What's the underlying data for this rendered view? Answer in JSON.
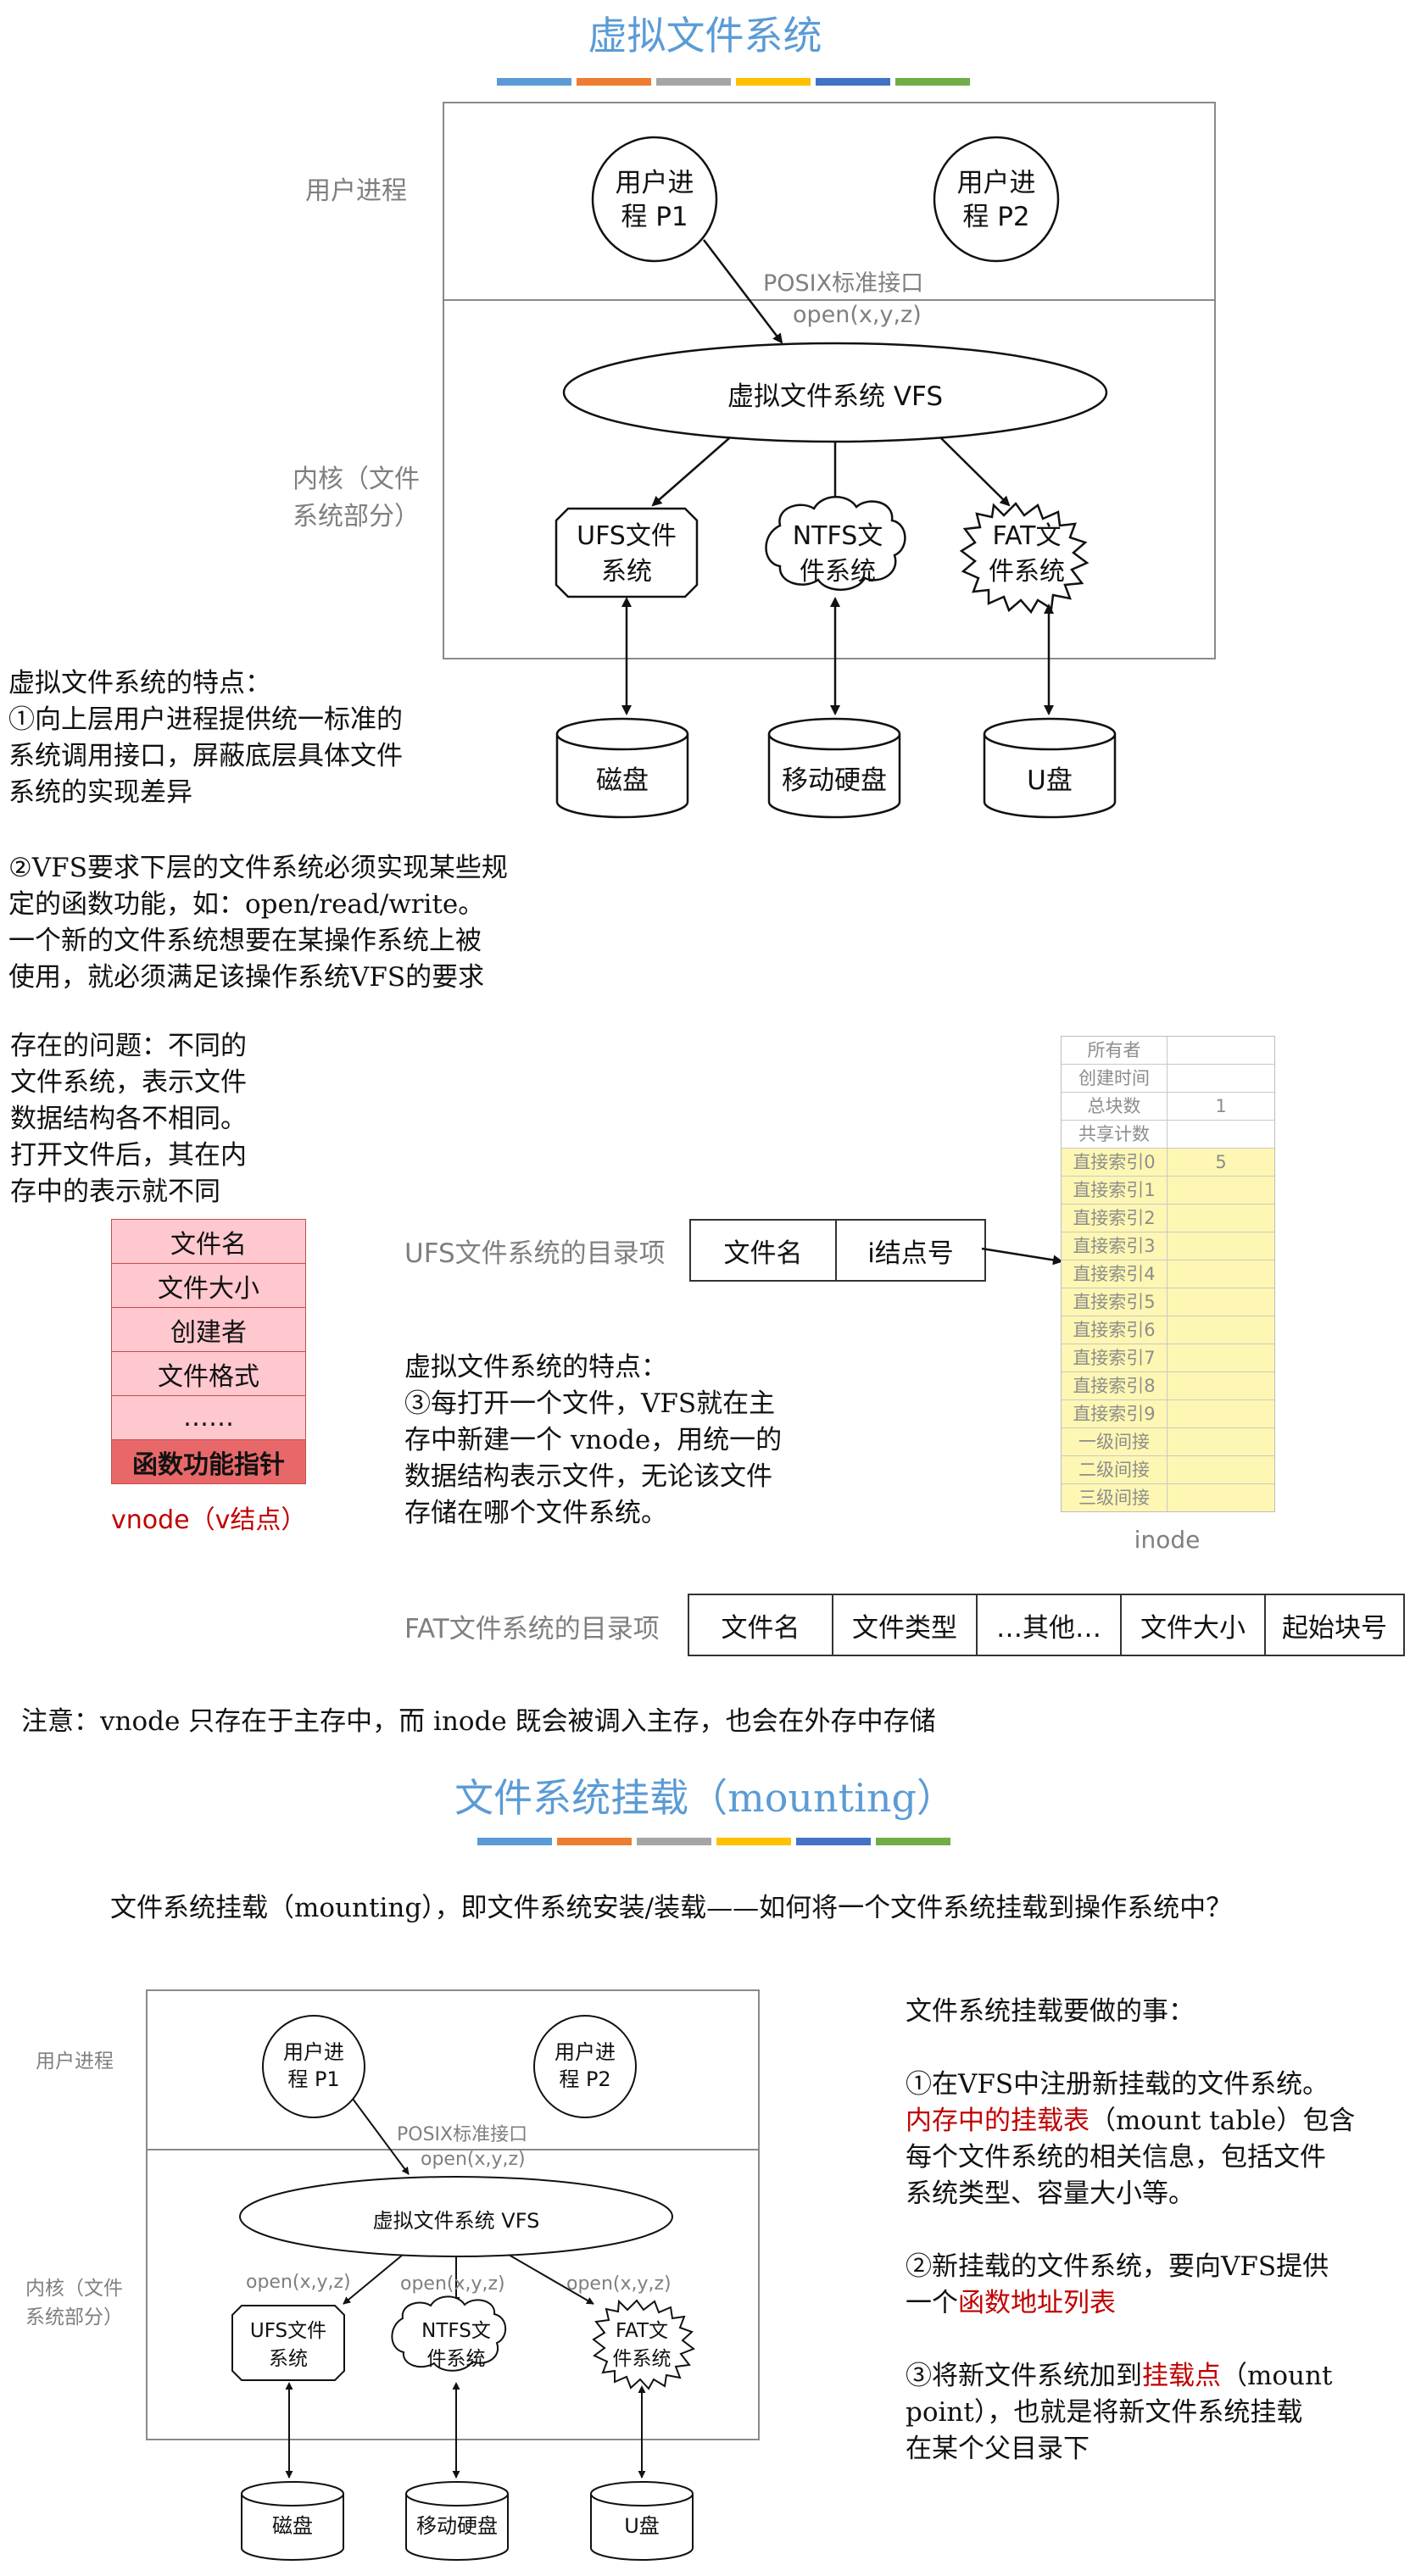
{
  "section1": {
    "title": "虚拟文件系统",
    "colors": [
      "#5b9bd5",
      "#ed7d31",
      "#a5a5a5",
      "#ffc000",
      "#4472c4",
      "#70ad47"
    ],
    "label_user": "用户进程",
    "label_kernel_1": "内核（文件",
    "label_kernel_2": "系统部分）",
    "p1_line1": "用户进",
    "p1_line2": "程 P1",
    "p2_line1": "用户进",
    "p2_line2": "程 P2",
    "posix": "POSIX标准接口",
    "open_call": "open(x,y,z)",
    "vfs": "虚拟文件系统 VFS",
    "ufs_1": "UFS文件",
    "ufs_2": "系统",
    "ntfs_1": "NTFS文",
    "ntfs_2": "件系统",
    "fat_1": "FAT文",
    "fat_2": "件系统",
    "disk": "磁盘",
    "mobile_disk": "移动硬盘",
    "udisk": "U盘"
  },
  "features": {
    "heading": "虚拟文件系统的特点：",
    "p1": [
      "①向上层用户进程提供统一标准的",
      "系统调用接口，屏蔽底层具体文件",
      "系统的实现差异"
    ],
    "p2": [
      "②VFS要求下层的文件系统必须实现某些规",
      "定的函数功能，如：open/read/write。",
      "一个新的文件系统想要在某操作系统上被",
      "使用，就必须满足该操作系统VFS的要求"
    ],
    "problem": [
      "存在的问题：不同的",
      "文件系统，表示文件",
      "数据结构各不相同。",
      "打开文件后，其在内",
      "存中的表示就不同"
    ]
  },
  "vnode": {
    "fields": [
      "文件名",
      "文件大小",
      "创建者",
      "文件格式",
      "……"
    ],
    "fn_ptr": "函数功能指针",
    "caption": "vnode（v结点）"
  },
  "ufs_dir": {
    "label": "UFS文件系统的目录项",
    "cells": [
      "文件名",
      "i结点号"
    ]
  },
  "feature3": [
    "虚拟文件系统的特点：",
    "③每打开一个文件，VFS就在主",
    "存中新建一个 vnode，用统一的",
    "数据结构表示文件，无论该文件",
    "存储在哪个文件系统。"
  ],
  "inode": {
    "rows": [
      {
        "k": "所有者",
        "v": ""
      },
      {
        "k": "创建时间",
        "v": ""
      },
      {
        "k": "总块数",
        "v": "1"
      },
      {
        "k": "共享计数",
        "v": ""
      },
      {
        "k": "直接索引0",
        "v": "5"
      },
      {
        "k": "直接索引1",
        "v": ""
      },
      {
        "k": "直接索引2",
        "v": ""
      },
      {
        "k": "直接索引3",
        "v": ""
      },
      {
        "k": "直接索引4",
        "v": ""
      },
      {
        "k": "直接索引5",
        "v": ""
      },
      {
        "k": "直接索引6",
        "v": ""
      },
      {
        "k": "直接索引7",
        "v": ""
      },
      {
        "k": "直接索引8",
        "v": ""
      },
      {
        "k": "直接索引9",
        "v": ""
      },
      {
        "k": "一级间接",
        "v": ""
      },
      {
        "k": "二级间接",
        "v": ""
      },
      {
        "k": "三级间接",
        "v": ""
      }
    ],
    "caption": "inode"
  },
  "fat_dir": {
    "label": "FAT文件系统的目录项",
    "cells": [
      "文件名",
      "文件类型",
      "…其他…",
      "文件大小",
      "起始块号"
    ]
  },
  "note": "注意：vnode 只存在于主存中，而 inode 既会被调入主存，也会在外存中存储",
  "section2": {
    "title": "文件系统挂载（mounting）",
    "intro": "文件系统挂载（mounting），即文件系统安装/装载——如何将一个文件系统挂载到操作系统中？",
    "label_user": "用户进程",
    "label_kernel_1": "内核（文件",
    "label_kernel_2": "系统部分）",
    "p1_line1": "用户进",
    "p1_line2": "程 P1",
    "p2_line1": "用户进",
    "p2_line2": "程 P2",
    "posix": "POSIX标准接口",
    "open_top": "open(x,y,z)",
    "vfs": "虚拟文件系统 VFS",
    "open_l": "open(x,y,z)",
    "open_m": "open(x,y,z)",
    "open_r": "open(x,y,z)",
    "ufs_1": "UFS文件",
    "ufs_2": "系统",
    "ntfs_1": "NTFS文",
    "ntfs_2": "件系统",
    "fat_1": "FAT文",
    "fat_2": "件系统",
    "disk": "磁盘",
    "mobile_disk": "移动硬盘",
    "udisk": "U盘"
  },
  "mount_steps": {
    "heading": "文件系统挂载要做的事：",
    "s1_l1": "①在VFS中注册新挂载的文件系统。",
    "s1_red": "内存中的挂载表",
    "s1_l2_rest": "（mount table）包含",
    "s1_l3": "每个文件系统的相关信息，包括文件",
    "s1_l4": "系统类型、容量大小等。",
    "s2_l1": "②新挂载的文件系统，要向VFS提供",
    "s2_pre": "一个",
    "s2_red": "函数地址列表",
    "s3_pre": "③将新文件系统加到",
    "s3_red": "挂载点",
    "s3_rest": "（mount",
    "s3_l2": "point），也就是将新文件系统挂载",
    "s3_l3": "在某个父目录下"
  }
}
